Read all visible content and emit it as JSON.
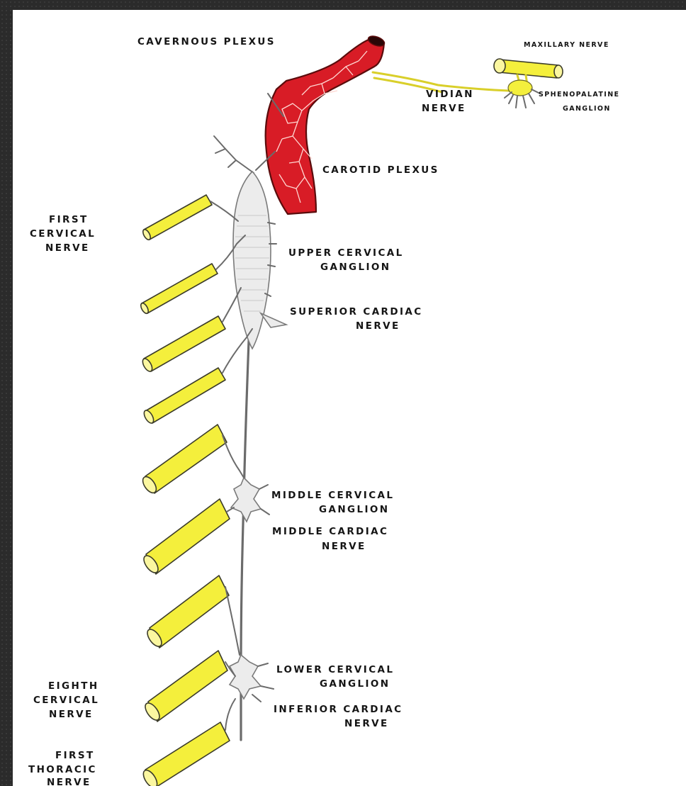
{
  "labels": {
    "cavernous_plexus": "CAVERNOUS PLEXUS",
    "maxillary_nerve": "MAXILLARY NERVE",
    "vidian_nerve": [
      "VIDIAN",
      "NERVE"
    ],
    "sphenopalatine_ganglion": [
      "SPHENOPALATINE",
      "GANGLION"
    ],
    "carotid_plexus": "CAROTID PLEXUS",
    "first_cervical_nerve": [
      "FIRST",
      "CERVICAL",
      "NERVE"
    ],
    "upper_cervical_ganglion": [
      "UPPER CERVICAL",
      "GANGLION"
    ],
    "superior_cardiac_nerve": [
      "SUPERIOR CARDIAC",
      "NERVE"
    ],
    "middle_cervical_ganglion": [
      "MIDDLE CERVICAL",
      "GANGLION"
    ],
    "middle_cardiac_nerve": [
      "MIDDLE CARDIAC",
      "NERVE"
    ],
    "eighth_cervical_nerve": [
      "EIGHTH",
      "CERVICAL",
      "NERVE"
    ],
    "lower_cervical_ganglion": [
      "LOWER CERVICAL",
      "GANGLION"
    ],
    "inferior_cardiac_nerve": [
      "INFERIOR CARDIAC",
      "NERVE"
    ],
    "first_thoracic_nerve": [
      "FIRST",
      "THORACIC",
      "NERVE"
    ]
  },
  "colors": {
    "artery": "#d81c26",
    "nerve": "#f4ef3c",
    "ganglion": "#ececec",
    "background": "#2b2b2b"
  }
}
